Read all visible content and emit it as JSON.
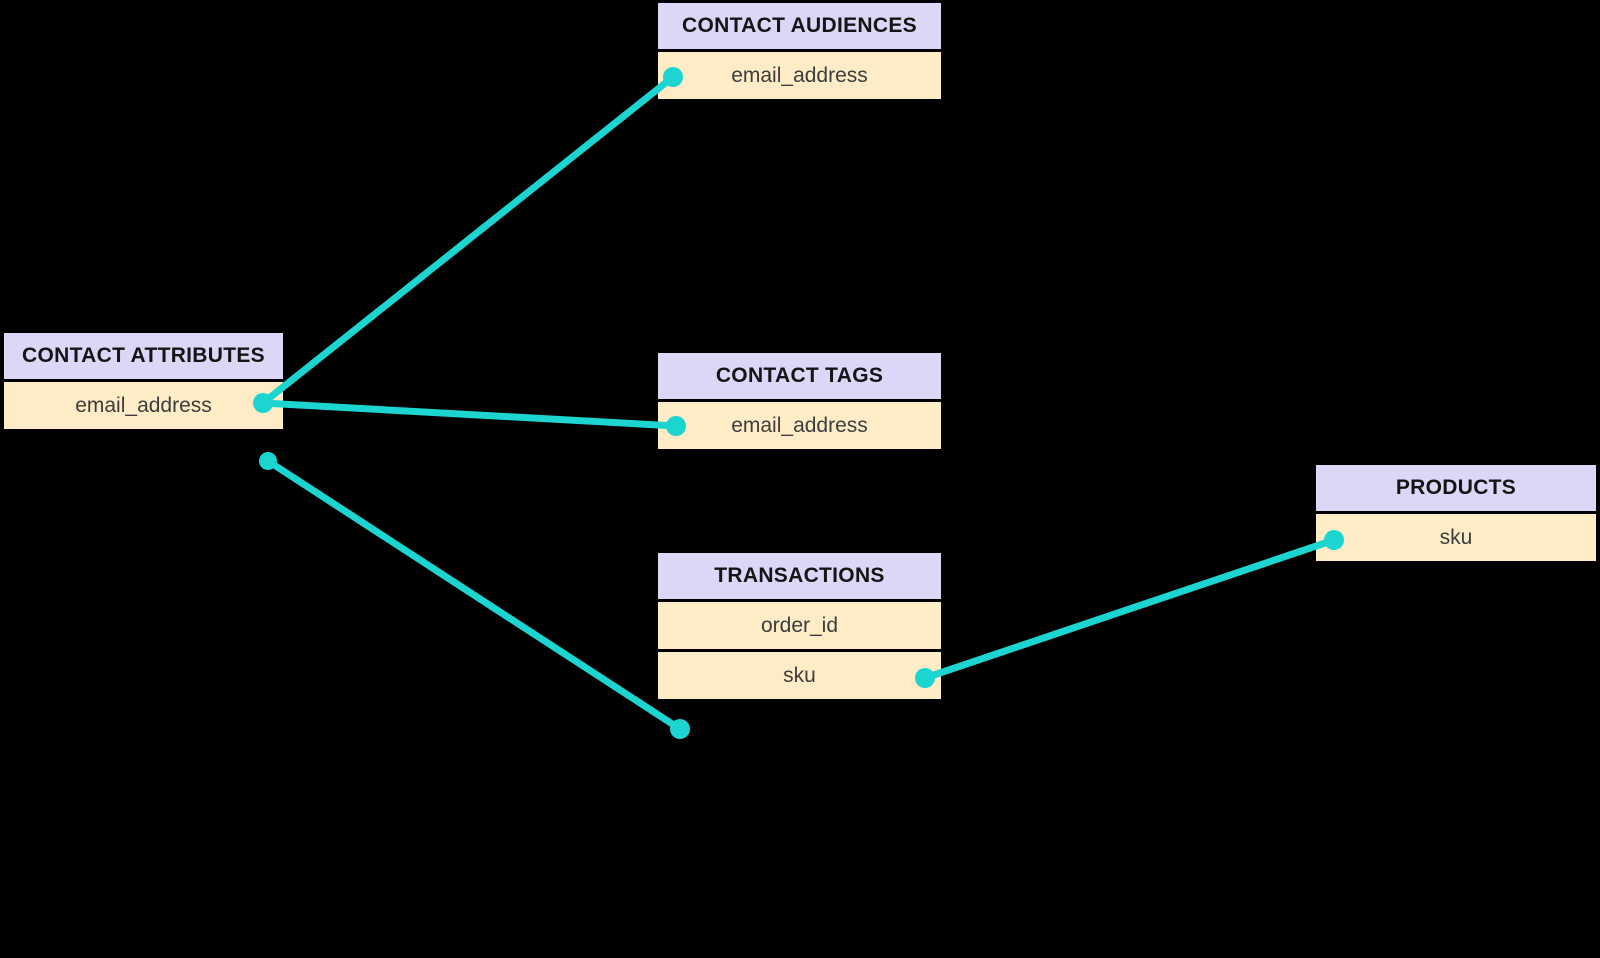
{
  "colors": {
    "background": "#000000",
    "accent": "#1cd4d0",
    "entity_header_bg": "#ded6f7",
    "entity_row_bg": "#fdecc6",
    "entity_border": "#000000",
    "header_text": "#151515",
    "row_text": "#3d3d3d"
  },
  "entities": [
    {
      "name": "CONTACT AUDIENCES",
      "fields": [
        "email_address"
      ]
    },
    {
      "name": "CONTACT ATTRIBUTES",
      "fields": [
        "email_address"
      ]
    },
    {
      "name": "CONTACT TAGS",
      "fields": [
        "email_address"
      ]
    },
    {
      "name": "TRANSACTIONS",
      "fields": [
        "order_id",
        "sku"
      ]
    },
    {
      "name": "PRODUCTS",
      "fields": [
        "sku"
      ]
    }
  ],
  "connections": [
    {
      "from_entity": "CONTACT ATTRIBUTES",
      "from_field": "email_address",
      "to_entity": "CONTACT AUDIENCES",
      "to_field": "email_address"
    },
    {
      "from_entity": "CONTACT ATTRIBUTES",
      "from_field": "email_address",
      "to_entity": "CONTACT TAGS",
      "to_field": "email_address"
    },
    {
      "from_entity": "CONTACT ATTRIBUTES",
      "from_field": "email_address",
      "to_entity": "",
      "to_field": ""
    },
    {
      "from_entity": "TRANSACTIONS",
      "from_field": "sku",
      "to_entity": "PRODUCTS",
      "to_field": "sku"
    }
  ]
}
